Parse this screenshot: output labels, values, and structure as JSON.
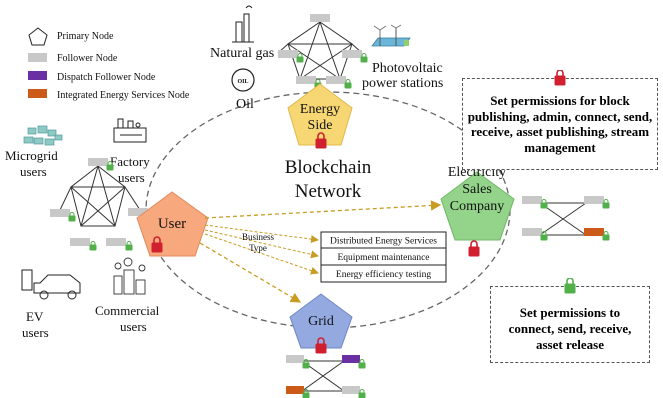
{
  "legend": {
    "primary_node": "Primary Node",
    "follower_node": "Follower Node",
    "dispatch_follower_node": "Dispatch Follower Node",
    "integrated_energy_node": "Integrated Energy Services Node"
  },
  "colors": {
    "energy_side": "#f7d774",
    "user": "#f7a87d",
    "electricity_sales": "#93d38a",
    "grid": "#93a9e0",
    "follower": "#c8c8c8",
    "dispatch": "#6a2fa3",
    "integrated": "#cc5a18",
    "lock_red": "#d02030",
    "lock_green": "#52b04a",
    "arrow_orange": "#c89b23"
  },
  "network": {
    "label_line1": "Blockchain",
    "label_line2": "Network"
  },
  "nodes": {
    "energy_side": {
      "line1": "Energy",
      "line2": "Side"
    },
    "user": {
      "label": "User"
    },
    "electricity_sales": {
      "line1": "Electricity",
      "line2": "Sales",
      "line3": "Company"
    },
    "grid": {
      "label": "Grid"
    }
  },
  "energy_sources": {
    "natural_gas": "Natural gas",
    "oil": "Oil",
    "oil_icon_text": "OIL",
    "photovoltaic_line1": "Photovoltaic",
    "photovoltaic_line2": "power stations"
  },
  "users": {
    "microgrid_line1": "Microgrid",
    "microgrid_line2": "users",
    "factory_line1": "Factory",
    "factory_line2": "users",
    "ev_line1": "EV",
    "ev_line2": "users",
    "commercial_line1": "Commercial",
    "commercial_line2": "users"
  },
  "business": {
    "type_line1": "Business",
    "type_line2": "Type",
    "services": [
      "Distributed Energy Services",
      "Equipment maintenance",
      "Energy efficiency testing"
    ]
  },
  "permissions": {
    "top": [
      "Set permissions for block",
      "publishing, admin, connect, send,",
      "receive, asset publishing, stream",
      "management"
    ],
    "bottom": [
      "Set permissions to",
      "connect, send, receive,",
      "asset release"
    ]
  }
}
